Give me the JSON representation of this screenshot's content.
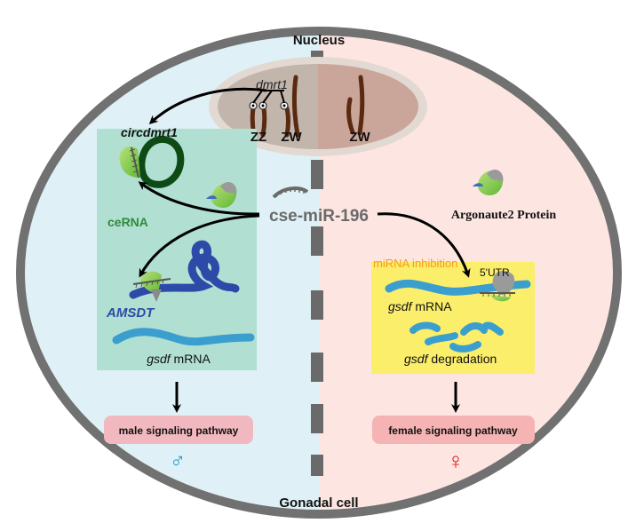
{
  "title_top": "Nucleus",
  "title_bottom": "Gonadal cell",
  "nucleus": {
    "gene_label": "dmrt1",
    "karyotypes": [
      "ZZ",
      "ZW",
      "ZW"
    ]
  },
  "left_panel": {
    "circ_label": "circdmrt1",
    "cerna_label": "ceRNA",
    "amsdt_label": "AMSDT",
    "mrna_gene": "gsdf",
    "mrna_suffix": " mRNA",
    "pathway": "male signaling pathway",
    "symbol": "♂"
  },
  "center": {
    "mirna_label": "cse-miR-196"
  },
  "right_panel": {
    "argonaute_label": "Argonaute2 Protein",
    "inhibition_label": "miRNA inhibition",
    "utr_label": "5'UTR",
    "mrna_gene": "gsdf",
    "mrna_suffix": " mRNA",
    "degradation_gene": "gsdf",
    "degradation_suffix": " degradation",
    "pathway": "female signaling pathway",
    "symbol": "♀"
  },
  "colors": {
    "left_bg": "#dff1f6",
    "right_bg": "#fde6e2",
    "membrane": "#717171",
    "left_box": "#b1dfd1",
    "right_box": "#fbee6a",
    "circ_ring": "#0e4a16",
    "cerna": "#2e8b3a",
    "amsdt": "#2d4aa8",
    "mrna": "#3a9fcf",
    "inhibition": "#f59a1b",
    "male_symbol": "#1a9bc9",
    "female_symbol": "#e3141b",
    "pathway_bg": "#f1b9bf",
    "chromosome": "#5a2a10"
  }
}
